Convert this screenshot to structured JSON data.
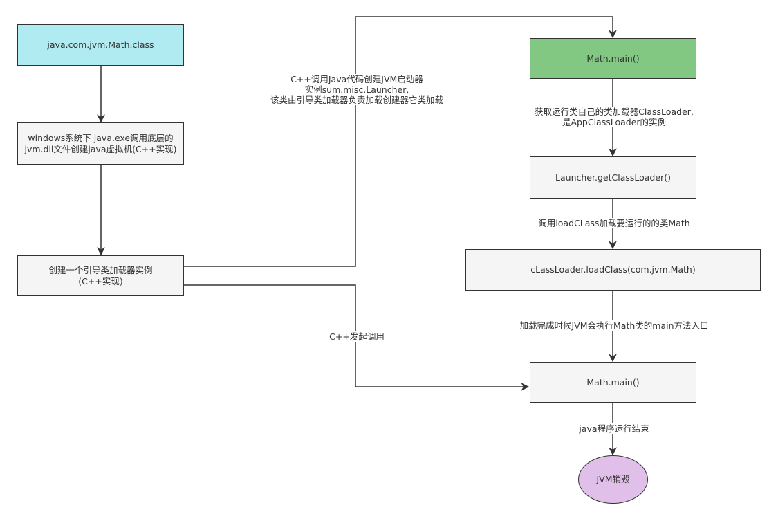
{
  "nodes": {
    "math_class": "java.com.jvm.Math.class",
    "create_jvm": "windows系统下 java.exe调用底层的\njvm.dll文件创建java虚拟机(C++实现)",
    "bootstrap": "创建一个引导类加载器实例\n(C++实现)",
    "math_main_top": "Math.main()",
    "get_loader": "Launcher.getClassLoader()",
    "load_class": "cLassLoader.loadClass(com.jvm.Math)",
    "math_main_bottom": "Math.main()",
    "jvm_destroy": "JVM销毁"
  },
  "edge_labels": {
    "launcher": "C++调用Java代码创建JVM启动器\n实例sum.misc.Launcher,\n该类由引导类加载器负责加载创建器它类加载",
    "get_loader": "获取运行类自己的类加载器ClassLoader,\n是AppClassLoader的实例",
    "load_class": "调用loadCLass加载要运行的的类Math",
    "main_entry": "加载完成时候JVM会执行Math类的main方法入口",
    "cpp_call": "C++发起调用",
    "program_end": "java程序运行结束"
  },
  "colors": {
    "stroke": "#333333",
    "gray_fill": "#f5f5f5",
    "cyan_fill": "#b1ebf2",
    "green_fill": "#82c882",
    "purple_fill": "#e0bfe9"
  }
}
